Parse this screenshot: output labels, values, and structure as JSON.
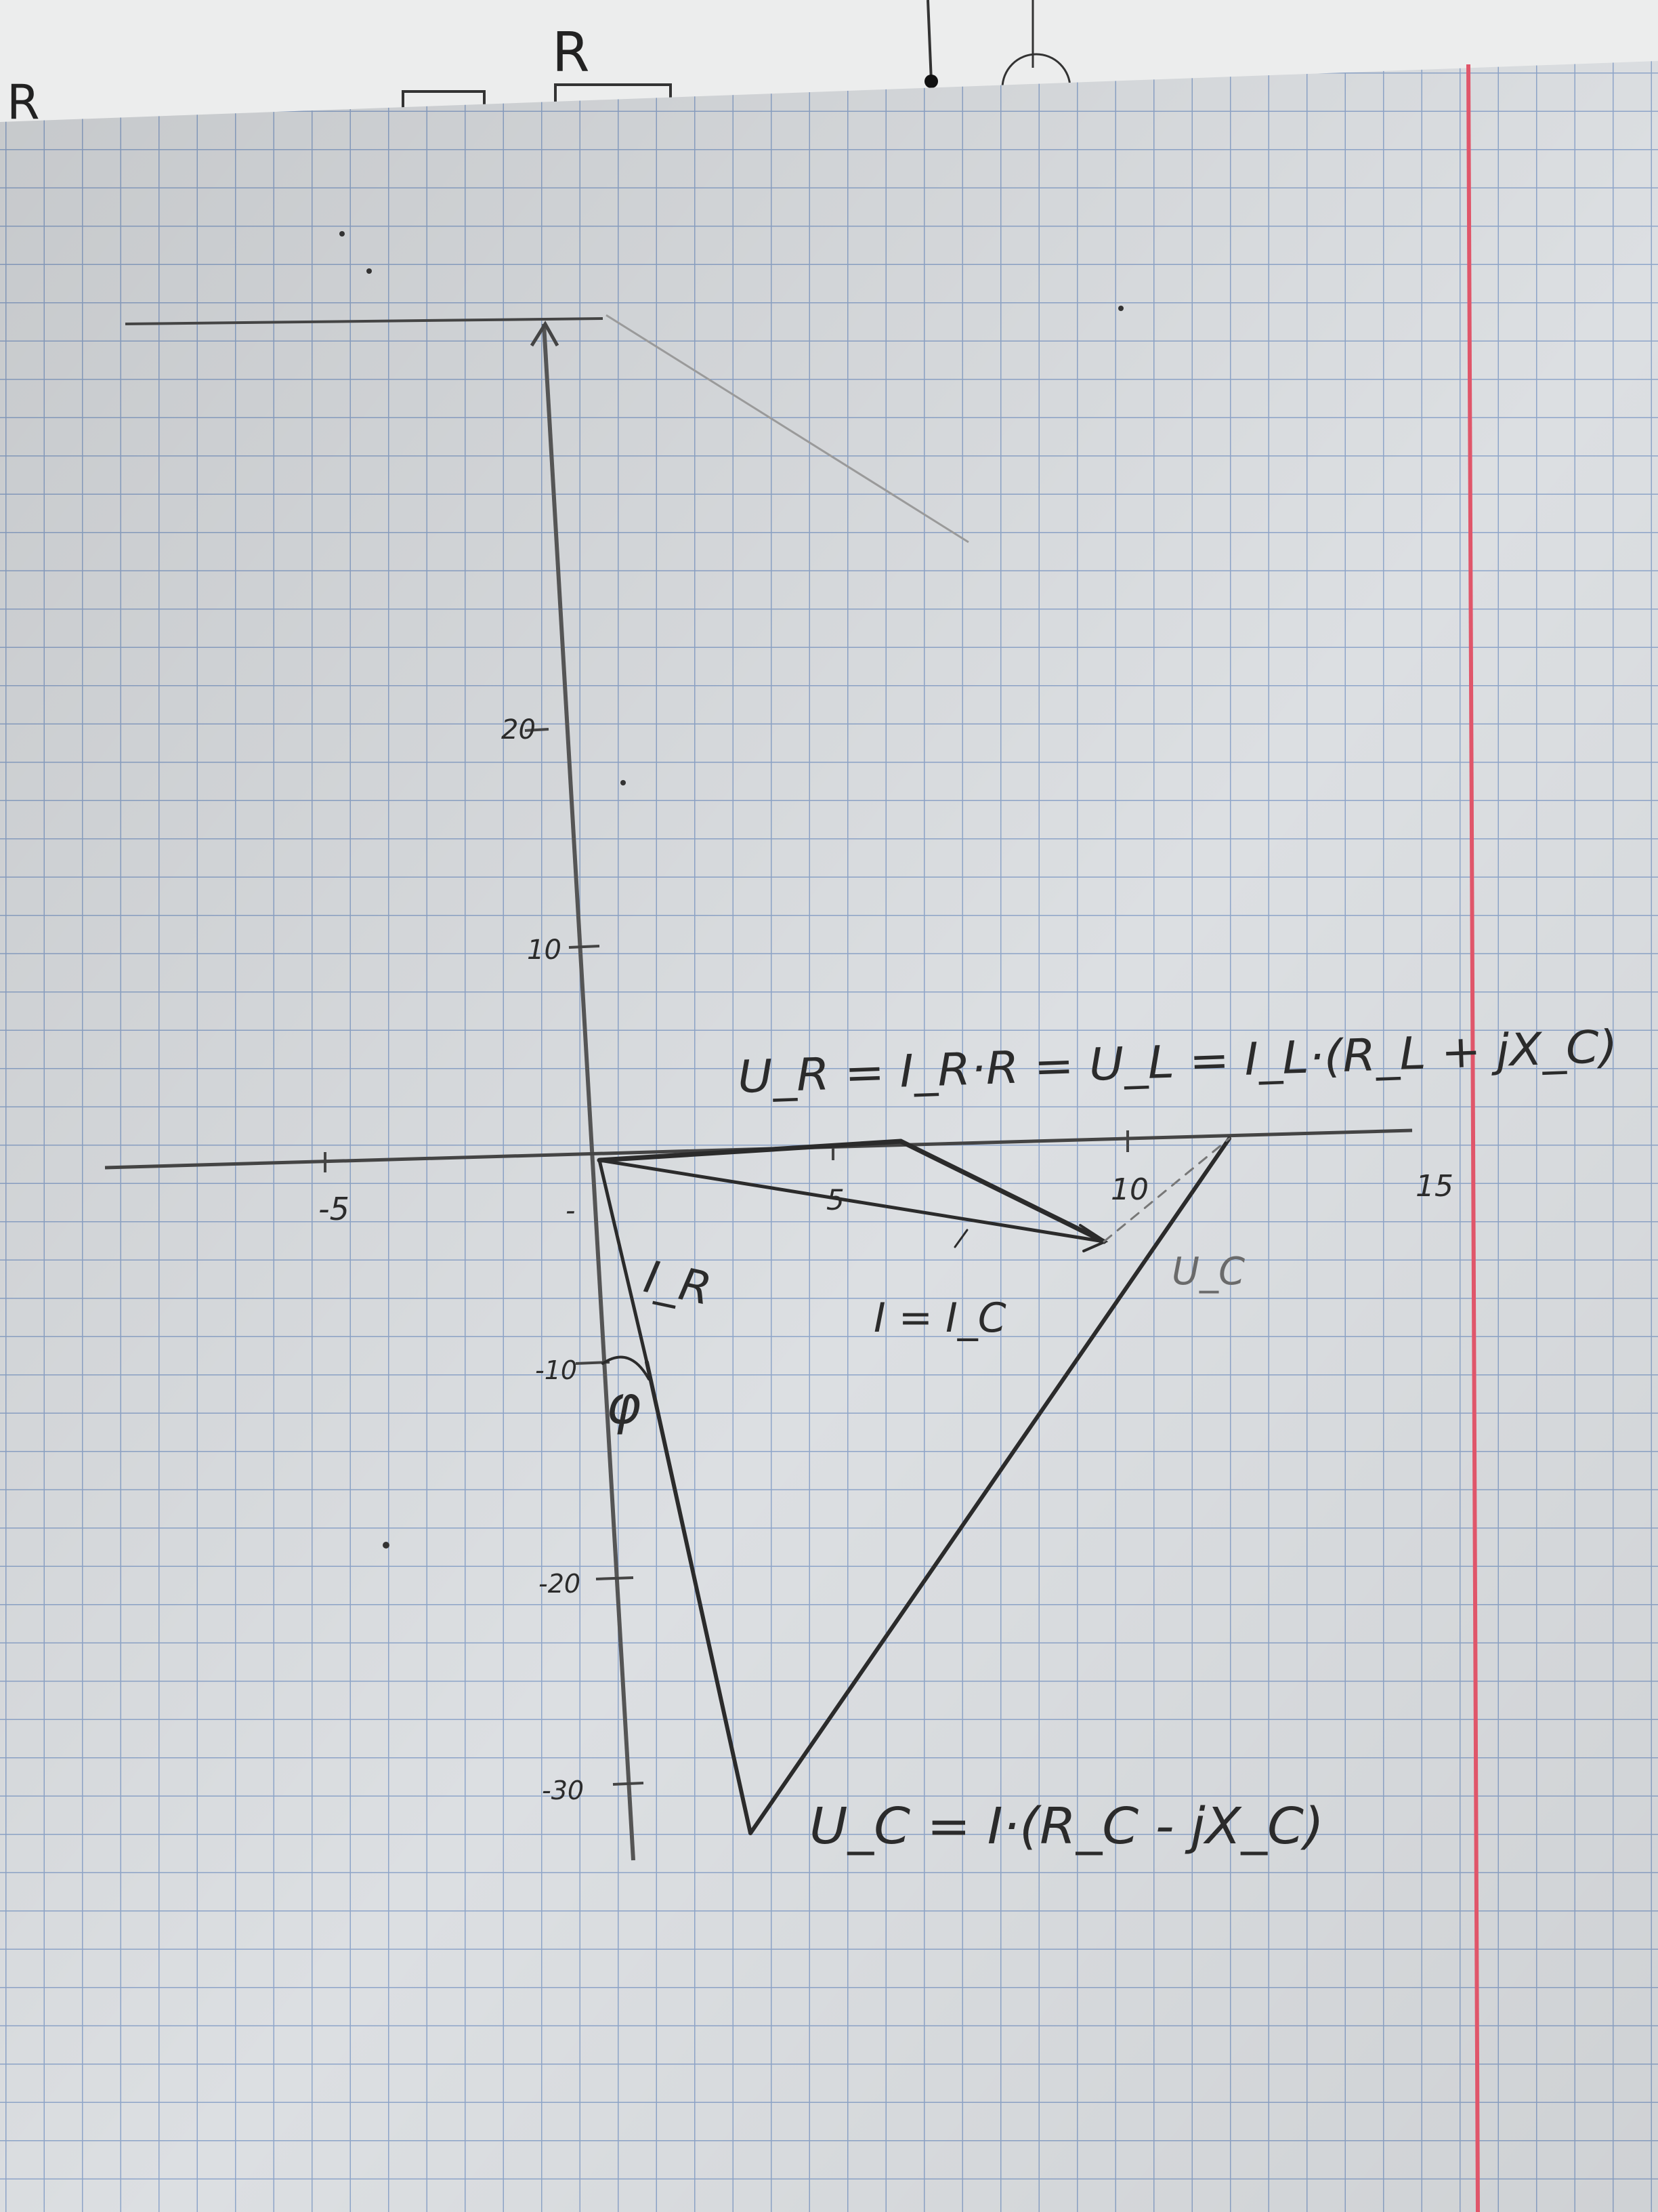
{
  "background_sheet": {
    "labels": [
      "R",
      "R"
    ]
  },
  "paper": {
    "margin_line_color": "#e0566a",
    "grid_line_color": "#8fa6c8",
    "paper_color": "#dcdfe2"
  },
  "axes": {
    "x_ticks": [
      "-5",
      "5",
      "10",
      "15"
    ],
    "y_ticks": [
      "20",
      "10",
      "-10",
      "-20",
      "-30"
    ],
    "origin_mark": "-"
  },
  "annotations": {
    "top_equation": "U_R = I_R·R = U_L = I_L·(R_L + jX_C)",
    "i_r": "I_R",
    "i_ic": "I = I_C",
    "u_c_small": "U_C",
    "phi": "φ",
    "bottom_equation": "U_C = I·(R_C - jX_C)"
  },
  "colors": {
    "pencil": "#2b2b2b",
    "pencil_light": "#7a7a7a"
  }
}
